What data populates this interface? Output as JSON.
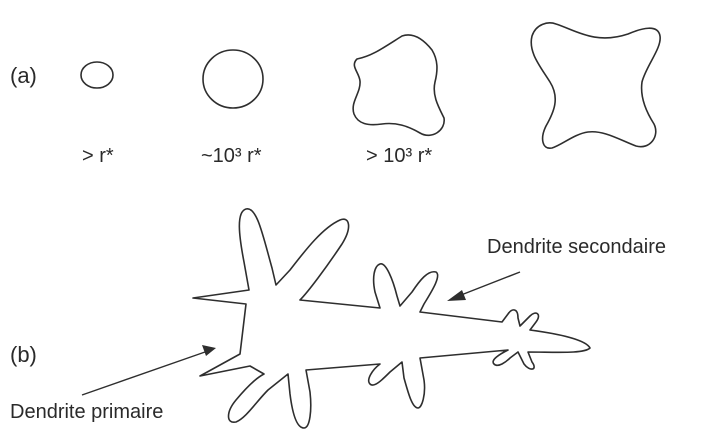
{
  "panel_a": {
    "label": "(a)",
    "stages": [
      {
        "label": "> r*"
      },
      {
        "label": "~10³ r*"
      },
      {
        "label": "> 10³ r*"
      },
      {
        "label": ""
      }
    ]
  },
  "panel_b": {
    "label": "(b)",
    "annotations": {
      "secondary": "Dendrite secondaire",
      "primary": "Dendrite primaire"
    }
  }
}
